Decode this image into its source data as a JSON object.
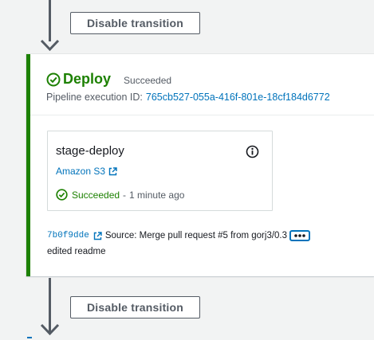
{
  "transitions": {
    "top_button_label": "Disable transition",
    "bottom_button_label": "Disable transition"
  },
  "stage": {
    "name": "Deploy",
    "status": "Succeeded",
    "execution_label": "Pipeline execution ID:",
    "execution_id": "765cb527-055a-416f-801e-18cf184d6772",
    "status_color": "#1d8102"
  },
  "action": {
    "name": "stage-deploy",
    "provider": "Amazon S3",
    "status": "Succeeded",
    "separator": "-",
    "time": "1 minute ago"
  },
  "commit": {
    "id": "7b0f9dde",
    "source_text": "Source: Merge pull request #5 from gorj3/0.3",
    "message": "edited readme"
  },
  "icons": {
    "stage_status": "check-circle-icon",
    "action_info": "info-icon",
    "external_link": "external-link-icon",
    "more": "ellipsis-icon"
  },
  "colors": {
    "success": "#1d8102",
    "link": "#0073bb",
    "arrow": "#545b64"
  }
}
